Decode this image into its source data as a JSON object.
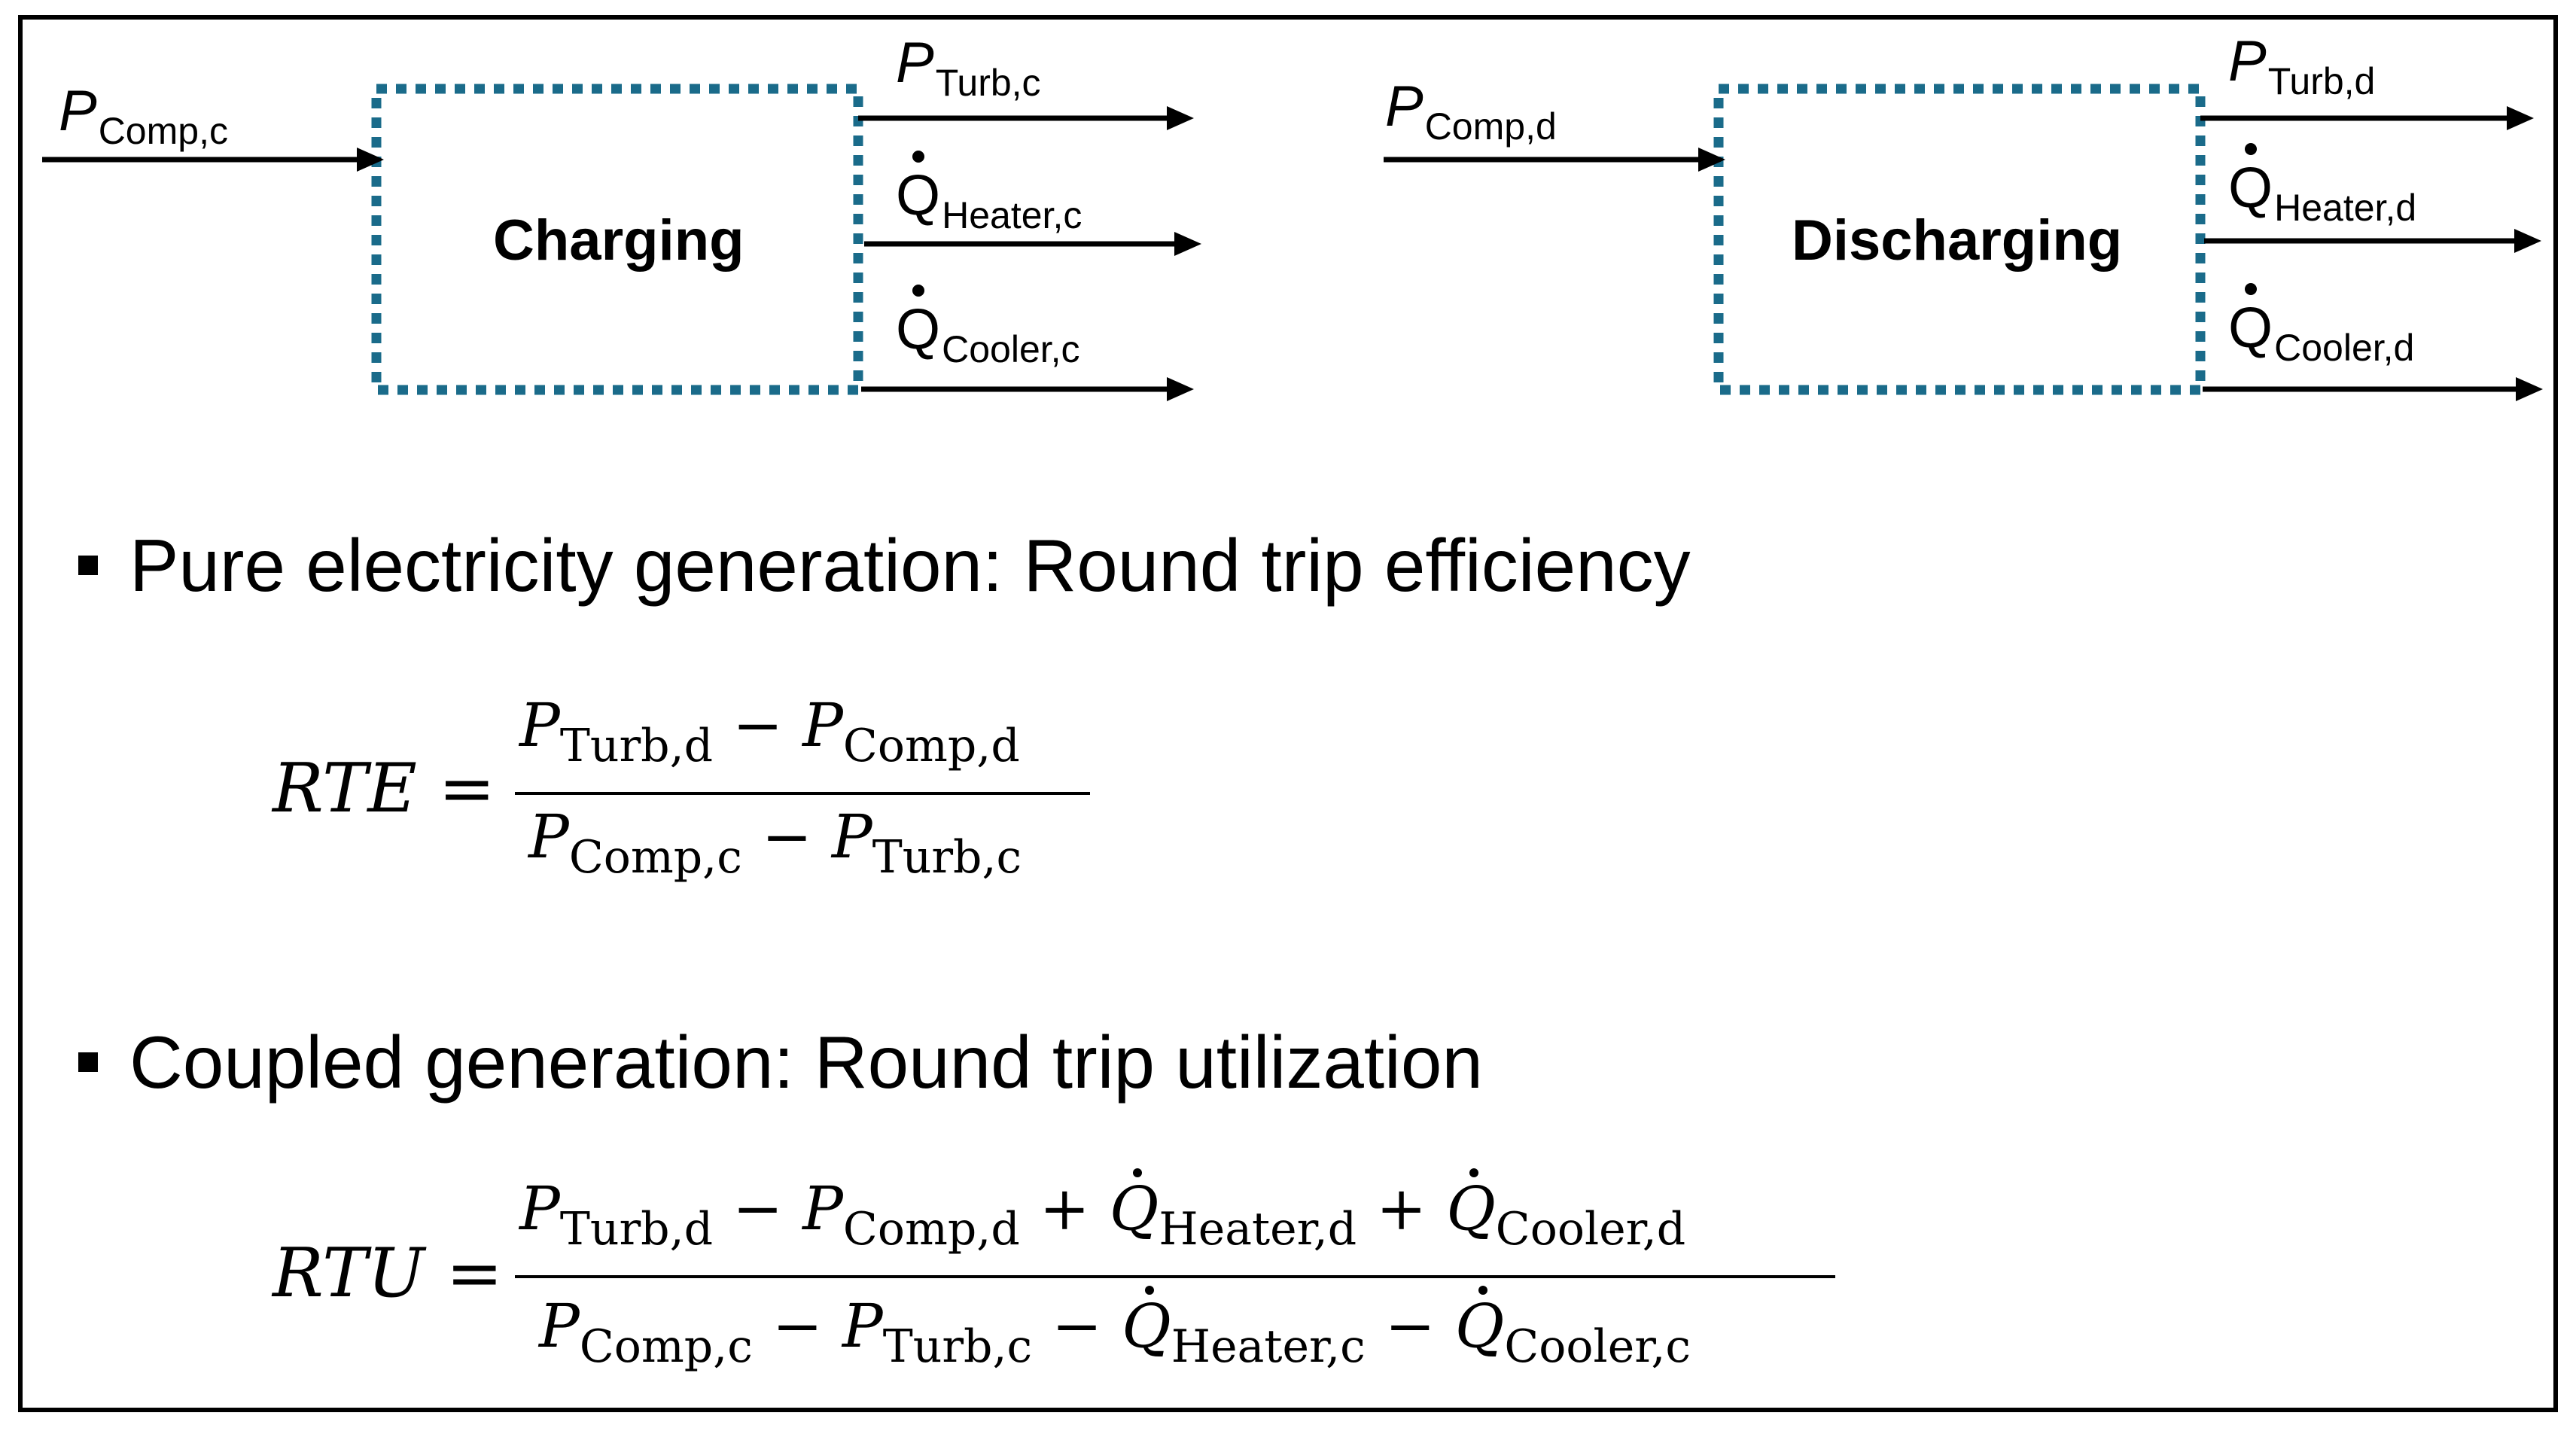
{
  "diagram": {
    "charging": {
      "box_label": "Charging",
      "input": {
        "sym": "P",
        "sub": "Comp,c"
      },
      "outputs": [
        {
          "sym": "P",
          "sub": "Turb,c",
          "dot": false
        },
        {
          "sym": "Q",
          "sub": "Heater,c",
          "dot": true
        },
        {
          "sym": "Q",
          "sub": "Cooler,c",
          "dot": true
        }
      ]
    },
    "discharging": {
      "box_label": "Discharging",
      "input": {
        "sym": "P",
        "sub": "Comp,d"
      },
      "outputs": [
        {
          "sym": "P",
          "sub": "Turb,d",
          "dot": false
        },
        {
          "sym": "Q",
          "sub": "Heater,d",
          "dot": true
        },
        {
          "sym": "Q",
          "sub": "Cooler,d",
          "dot": true
        }
      ]
    },
    "colors": {
      "box_border": "#1a6b8a",
      "line": "#000000"
    }
  },
  "bullets": [
    {
      "text": "Pure electricity generation: Round trip efficiency"
    },
    {
      "text": "Coupled generation: Round trip utilization"
    }
  ],
  "equations": {
    "rte": {
      "lhs": "RTE =",
      "numerator": [
        {
          "sym": "P",
          "sub": "Turb,d"
        },
        {
          "op": "−"
        },
        {
          "sym": "P",
          "sub": "Comp,d"
        }
      ],
      "denominator": [
        {
          "sym": "P",
          "sub": "Comp,c"
        },
        {
          "op": "−"
        },
        {
          "sym": "P",
          "sub": "Turb,c"
        }
      ]
    },
    "rtu": {
      "lhs": "RTU =",
      "numerator": [
        {
          "sym": "P",
          "sub": "Turb,d"
        },
        {
          "op": "−"
        },
        {
          "sym": "P",
          "sub": "Comp,d"
        },
        {
          "op": "+"
        },
        {
          "sym": "Q",
          "sub": "Heater,d",
          "dot": true
        },
        {
          "op": "+"
        },
        {
          "sym": "Q",
          "sub": "Cooler,d",
          "dot": true
        }
      ],
      "denominator": [
        {
          "sym": "P",
          "sub": "Comp,c"
        },
        {
          "op": "−"
        },
        {
          "sym": "P",
          "sub": "Turb,c"
        },
        {
          "op": "−"
        },
        {
          "sym": "Q",
          "sub": "Heater,c",
          "dot": true
        },
        {
          "op": "−"
        },
        {
          "sym": "Q",
          "sub": "Cooler,c",
          "dot": true
        }
      ]
    }
  }
}
